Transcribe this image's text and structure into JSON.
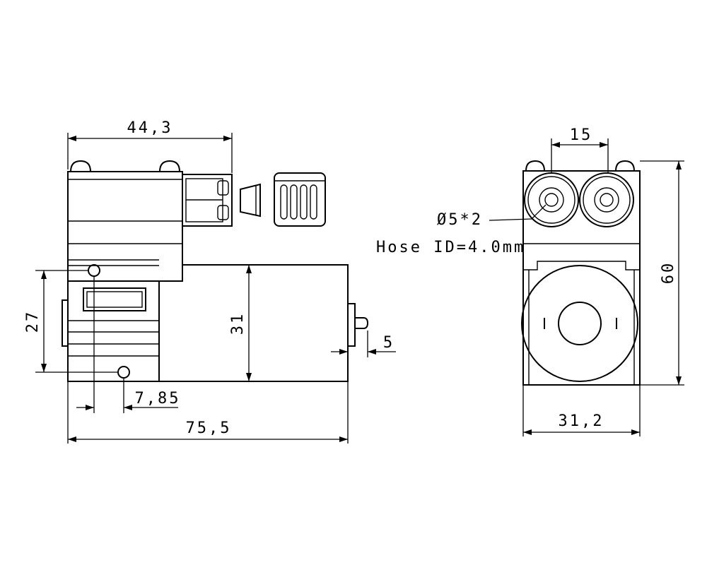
{
  "colors": {
    "line": "#000000",
    "background": "#ffffff"
  },
  "side_view": {
    "dim_top": "44,3",
    "dim_left": "27",
    "dim_motor": "31",
    "dim_shaft": "5",
    "dim_hole": "7,85",
    "dim_overall": "75,5"
  },
  "front_view": {
    "dim_ports": "15",
    "port_label": "Ø5*2",
    "hose_label": "Hose ID=4.0mm",
    "dim_height": "60",
    "dim_width": "31,2"
  }
}
